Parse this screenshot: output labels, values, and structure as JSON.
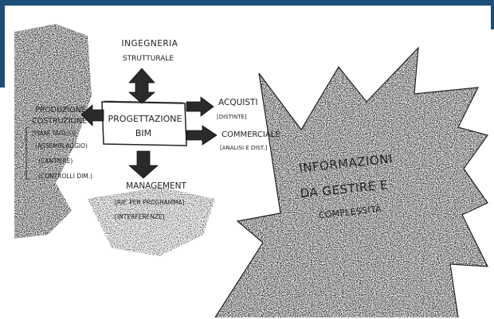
{
  "diagram": {
    "center": {
      "line1": "PROGETTAZIONE",
      "line2": "BIM"
    },
    "top": {
      "line1": "INGEGNERIA",
      "line2": "STRUTTURALE"
    },
    "left": {
      "title1": "PRODUZIONE",
      "title2": "COSTRUZIONE",
      "items": [
        "(PIANI TAGLIO)",
        "(ASSEMBLAGGIO)",
        "(CANTIERE)",
        "(CONTROLLI DIM.)"
      ]
    },
    "right_top": {
      "title": "ACQUISTI",
      "item": "[DISTINTE]"
    },
    "right_mid": {
      "title": "COMMERCIALE",
      "item": "[ANALISI E DIST.]"
    },
    "bottom": {
      "title": "MANAGEMENT",
      "items": [
        "[RIF. PER PROGRAMMA]",
        "[INTERFERENZE]"
      ]
    },
    "burst": {
      "line1": "INFORMAZIONI",
      "line2": "DA GESTIRE E",
      "line3": "COMPLESSITÀ"
    }
  },
  "colors": {
    "frame": "#1b4f79",
    "ink": "#222222"
  }
}
